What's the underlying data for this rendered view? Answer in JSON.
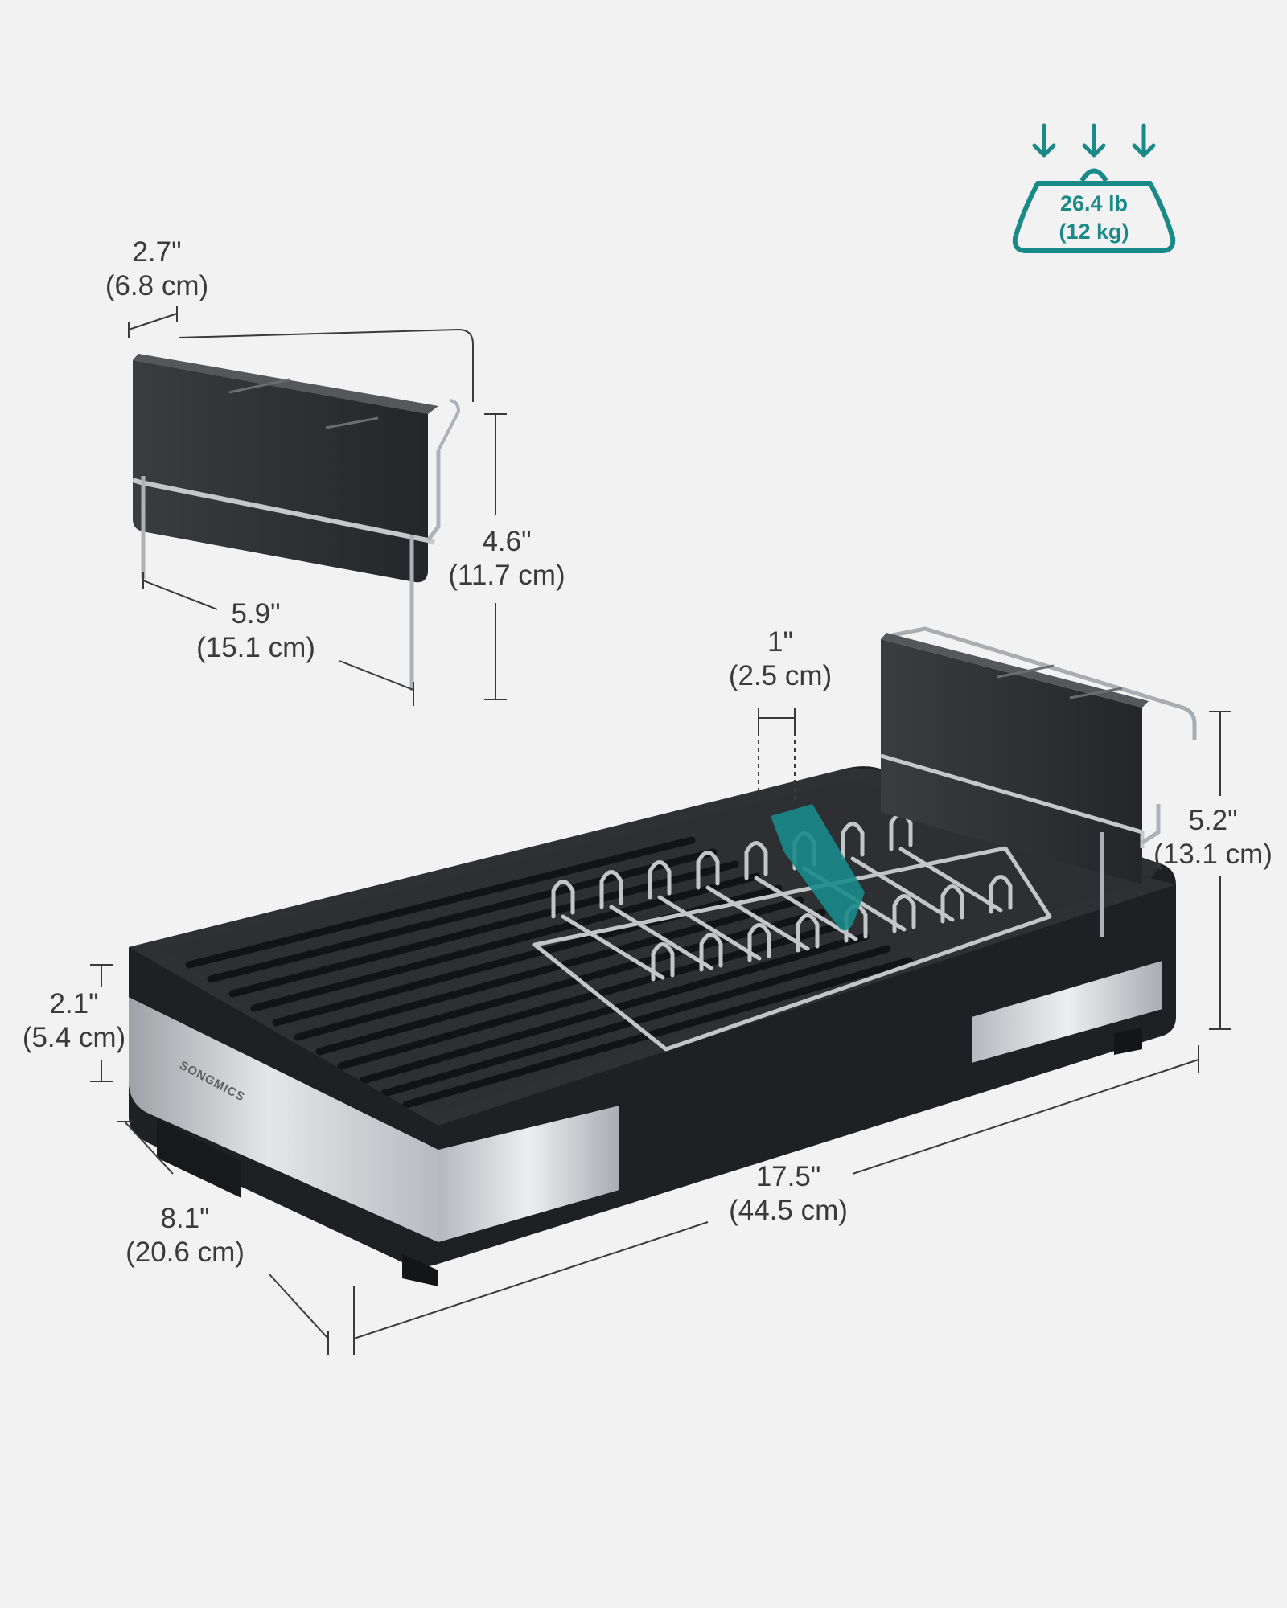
{
  "brand": "SONGMICS",
  "weight_badge": {
    "line1": "26.4 lb",
    "line2": "(12 kg)",
    "icon": "weight-load-icon",
    "accent_color": "#1a8a89"
  },
  "dimensions": {
    "caddy_depth": {
      "imperial": "2.7\"",
      "metric": "(6.8 cm)"
    },
    "caddy_width": {
      "imperial": "5.9\"",
      "metric": "(15.1 cm)"
    },
    "caddy_height": {
      "imperial": "4.6\"",
      "metric": "(11.7 cm)"
    },
    "slot_gap": {
      "imperial": "1\"",
      "metric": "(2.5 cm)"
    },
    "rack_height": {
      "imperial": "5.2\"",
      "metric": "(13.1 cm)"
    },
    "tray_height": {
      "imperial": "2.1\"",
      "metric": "(5.4 cm)"
    },
    "rack_length": {
      "imperial": "17.5\"",
      "metric": "(44.5 cm)"
    },
    "rack_depth": {
      "imperial": "8.1\"",
      "metric": "(20.6 cm)"
    }
  },
  "colors": {
    "background": "#f2f2f2",
    "body": "#2b2d30",
    "steel": "#c9cccf",
    "accent": "#1a8a89"
  }
}
